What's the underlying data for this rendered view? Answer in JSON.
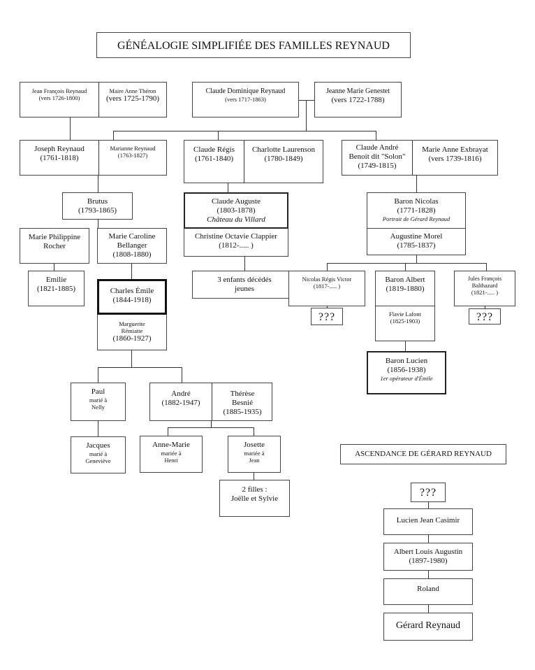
{
  "title": "GÉNÉALOGIE SIMPLIFIÉE DES FAMILLES REYNAUD",
  "people": {
    "jean_francois": {
      "name": "Jean François Reynaud",
      "dates": "(vers 1726-1800)"
    },
    "maire_anne": {
      "name": "Maire Anne Théron",
      "dates": "(vers 1725-1790)"
    },
    "claude_dominique": {
      "name": "Claude Dominique Reynaud",
      "dates": "(vers 1717-1863)"
    },
    "jeanne_marie": {
      "name": "Jeanne Marie Genestet",
      "dates": "(vers 1722-1788)"
    },
    "joseph": {
      "name": "Joseph Reynaud",
      "dates": "(1761-1818)"
    },
    "marianne": {
      "name": "Marianne Reynaud",
      "dates": "(1763-1827)"
    },
    "claude_regis": {
      "name": "Claude Régis",
      "dates": "(1761-1840)"
    },
    "charlotte": {
      "name": "Charlotte Laurenson",
      "dates": "(1780-1849)"
    },
    "claude_andre": {
      "name1": "Claude André",
      "name2": "Benoit dit \"Solon\"",
      "dates": "(1749-1815)"
    },
    "marie_anne_ex": {
      "name": "Marie Anne Exbrayat",
      "dates": "(vers 1739-1816)"
    },
    "brutus": {
      "name": "Brutus",
      "dates": "(1793-1865)"
    },
    "claude_auguste": {
      "name": "Claude Auguste",
      "dates": "(1803-1878)",
      "note": "Château du Villard"
    },
    "christine": {
      "name": "Christine Octavie Clappier",
      "dates": "(1812-..... )"
    },
    "baron_nicolas": {
      "name": "Baron Nicolas",
      "dates": "(1771-1828)",
      "note": "Portrait de Gérard Reynaud"
    },
    "augustine": {
      "name": "Augustine Morel",
      "dates": "(1785-1837)"
    },
    "marie_philippine": {
      "name1": "Marie Philippine",
      "name2": "Rocher"
    },
    "marie_caroline": {
      "name1": "Marie Caroline",
      "name2": "Bellanger",
      "dates": "(1808-1880)"
    },
    "emilie": {
      "name": "Emilie",
      "dates": "(1821-1885)"
    },
    "trois_enfants": {
      "line1": "3 enfants décédés",
      "line2": "jeunes"
    },
    "nicolas_regis": {
      "name": "Nicolas Régis Victor",
      "dates": "(1817-..... )",
      "unknown": "???"
    },
    "baron_albert": {
      "name": "Baron Albert",
      "dates": "(1819-1880)"
    },
    "flavie": {
      "name": "Flavie Lafont",
      "dates": "(1825-1903)"
    },
    "jules_francois": {
      "name1": "Jules François",
      "name2": "Balthazard",
      "dates": "(1821-..... )",
      "unknown": "???"
    },
    "charles_emile": {
      "name": "Charles Émile",
      "dates": "(1844-1918)"
    },
    "marguerite": {
      "name1": "Marguerite",
      "name2": "Rémiatte",
      "dates": "(1860-1927)"
    },
    "baron_lucien": {
      "name": "Baron Lucien",
      "dates": "(1856-1938)",
      "note": "1er opérateur d'Émile"
    },
    "paul": {
      "name": "Paul",
      "line2": "marié à",
      "line3": "Nelly"
    },
    "andre": {
      "name": "André",
      "dates": "(1882-1947)"
    },
    "therese": {
      "name1": "Thérèse",
      "name2": "Besnié",
      "dates": "(1885-1935)"
    },
    "jacques": {
      "name": "Jacques",
      "line2": "marié à",
      "line3": "Geneviève"
    },
    "anne_marie": {
      "name": "Anne-Marie",
      "line2": "mariée à",
      "line3": "Henri"
    },
    "josette": {
      "name": "Josette",
      "line2": "mariée à",
      "line3": "Jean"
    },
    "deux_filles": {
      "line1": "2 filles :",
      "line2": "Joëlle et Sylvie"
    }
  },
  "ascendance": {
    "title": "ASCENDANCE DE GÉRARD REYNAUD",
    "unknown": "???",
    "lucien": "Lucien Jean Casimir",
    "albert_name": "Albert Louis Augustin",
    "albert_dates": "(1897-1980)",
    "roland": "Roland",
    "gerard": "Gérard Reynaud"
  }
}
